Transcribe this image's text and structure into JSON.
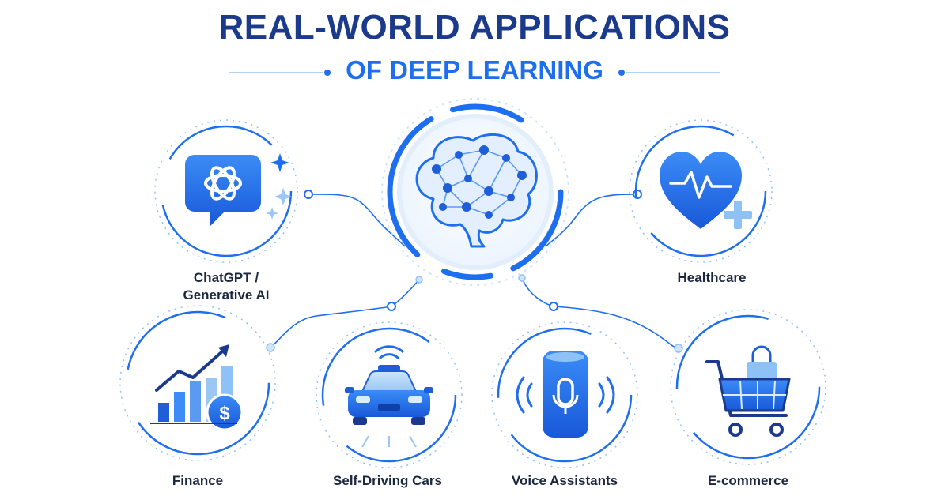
{
  "header": {
    "title": "REAL-WORLD APPLICATIONS",
    "subtitle": "OF DEEP LEARNING"
  },
  "center": {
    "icon": "brain-network-icon"
  },
  "applications": [
    {
      "label_line1": "ChatGPT /",
      "label_line2": "Generative AI",
      "icon": "chat-ai-icon"
    },
    {
      "label": "Healthcare",
      "icon": "heart-pulse-icon"
    },
    {
      "label": "Finance",
      "icon": "finance-chart-icon"
    },
    {
      "label": "Self-Driving Cars",
      "icon": "car-icon"
    },
    {
      "label": "Voice Assistants",
      "icon": "smart-speaker-icon"
    },
    {
      "label": "E-commerce",
      "icon": "shopping-cart-icon"
    }
  ],
  "colors": {
    "primary": "#1e6ef0",
    "dark": "#1c3a8c",
    "light": "#8ec2f7"
  }
}
